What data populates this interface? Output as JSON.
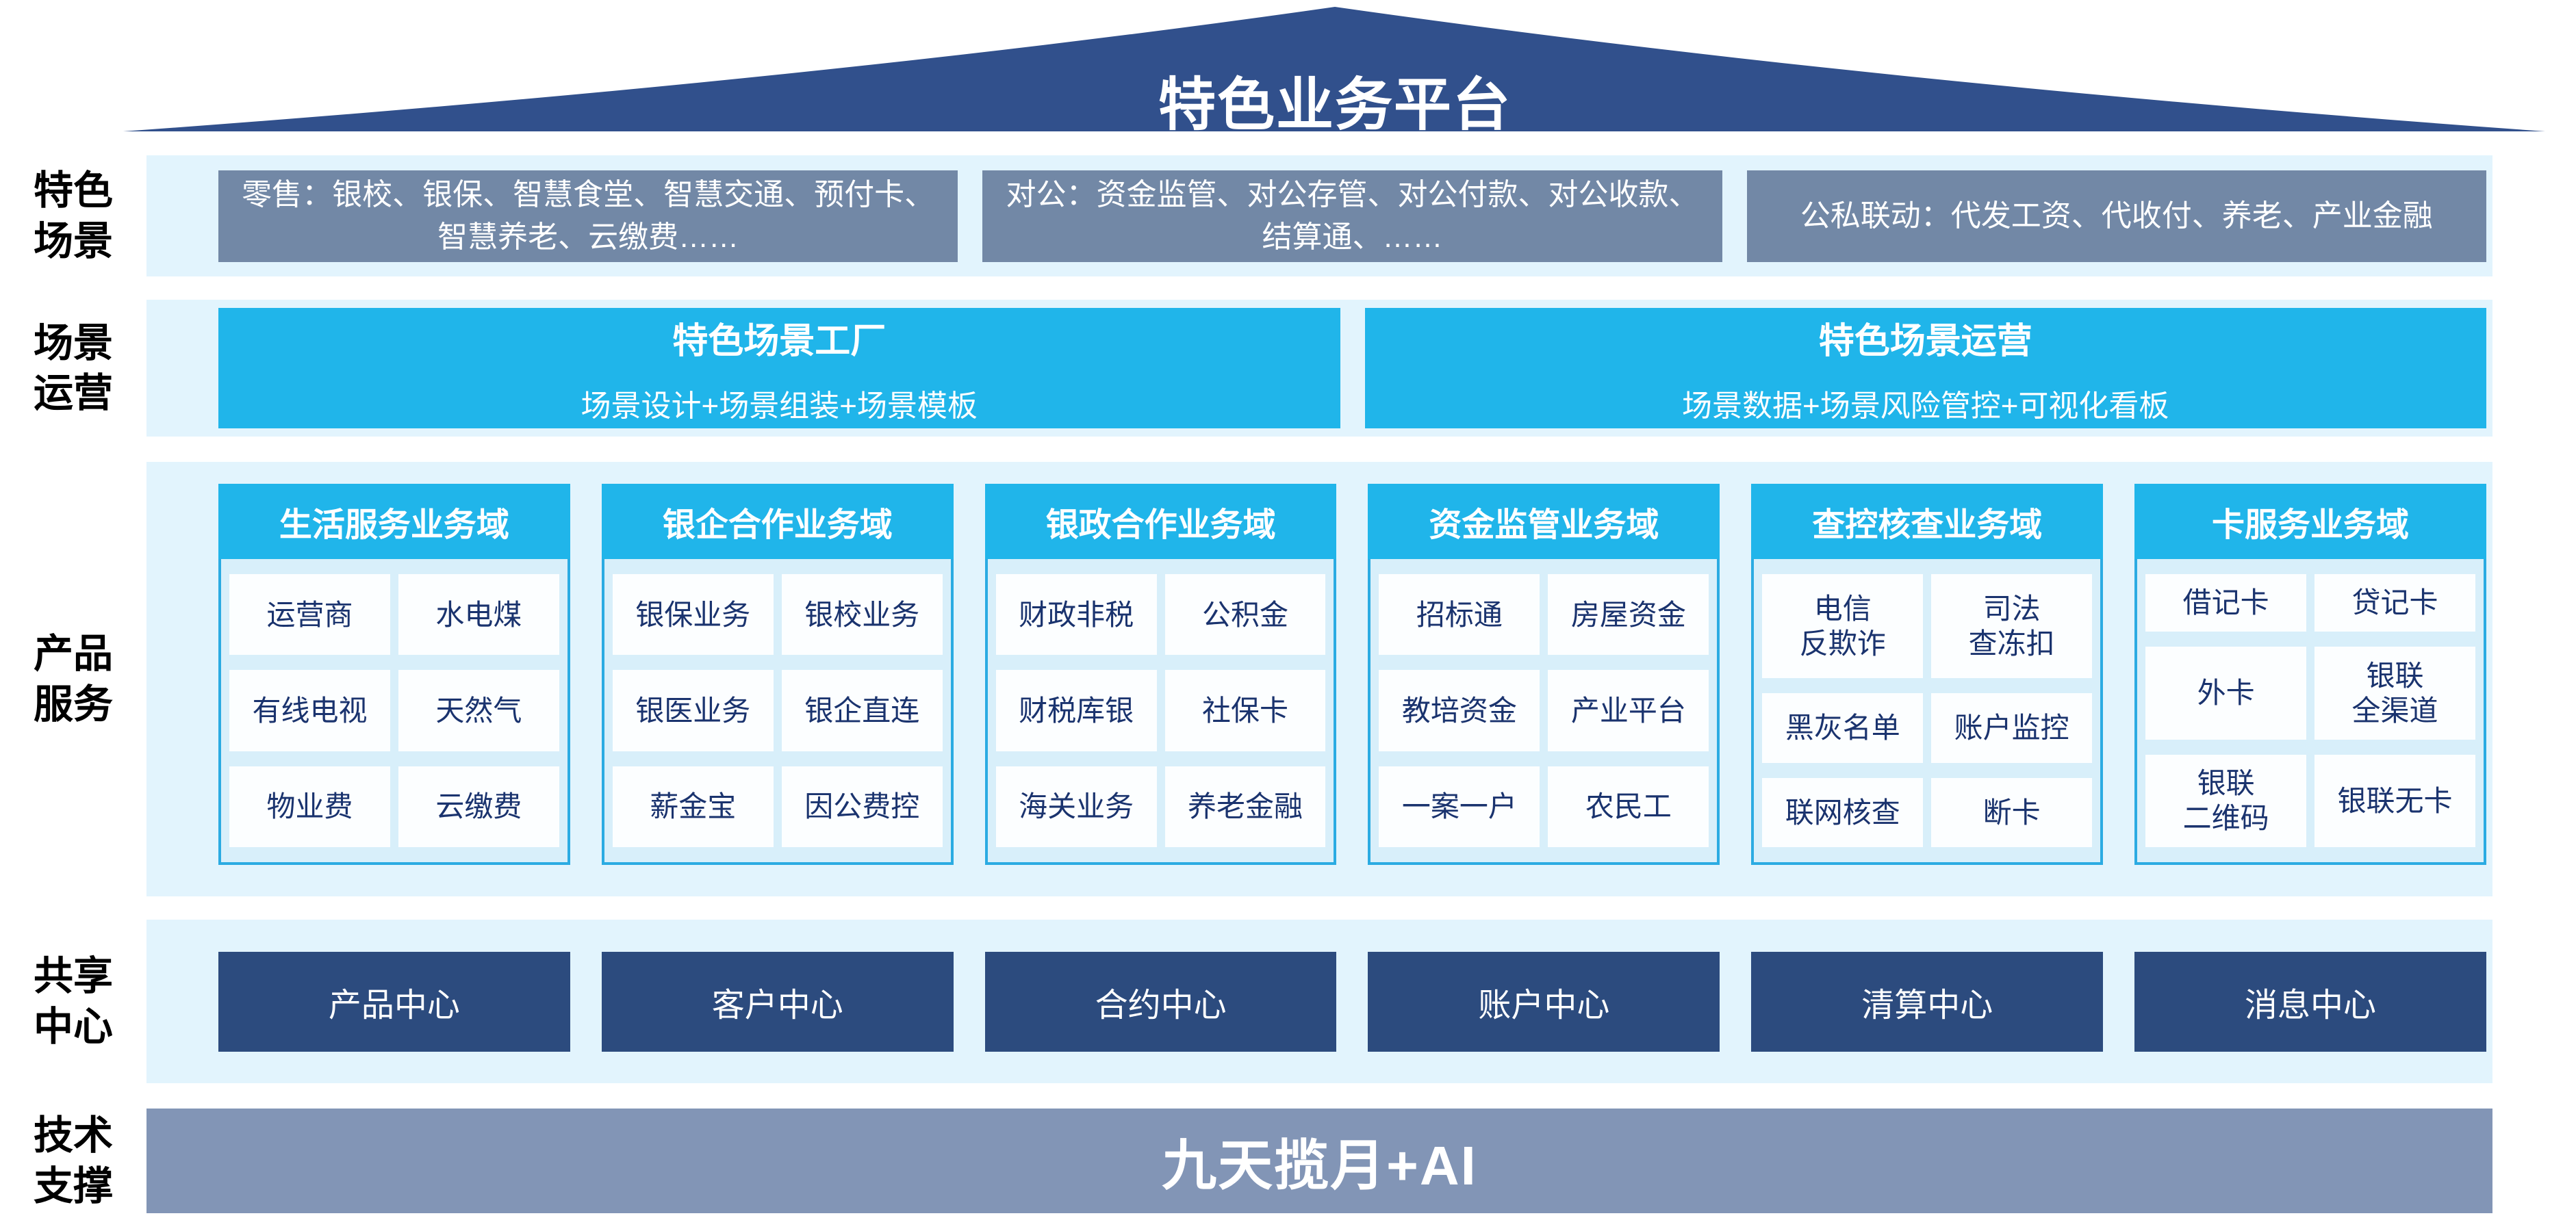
{
  "banner": {
    "title": "特色业务平台"
  },
  "side_labels": [
    [
      "特色",
      "场景"
    ],
    [
      "场景",
      "运营"
    ],
    [
      "产品",
      "服务"
    ],
    [
      "共享",
      "中心"
    ],
    [
      "技术",
      "支撑"
    ]
  ],
  "scene_row": {
    "items": [
      "零售：银校、银保、智慧食堂、智慧交通、预付卡、智慧养老、云缴费……",
      "对公：资金监管、对公存管、对公付款、对公收款、结算通、……",
      "公私联动：代发工资、代收付、养老、产业金融"
    ]
  },
  "operation_row": {
    "items": [
      {
        "title": "特色场景工厂",
        "subtitle": "场景设计+场景组装+场景模板"
      },
      {
        "title": "特色场景运营",
        "subtitle": "场景数据+场景风险管控+可视化看板"
      }
    ]
  },
  "product_row": {
    "columns": [
      {
        "header": "生活服务业务域",
        "cells": [
          "运营商",
          "水电煤",
          "有线电视",
          "天然气",
          "物业费",
          "云缴费"
        ]
      },
      {
        "header": "银企合作业务域",
        "cells": [
          "银保业务",
          "银校业务",
          "银医业务",
          "银企直连",
          "薪金宝",
          "因公费控"
        ]
      },
      {
        "header": "银政合作业务域",
        "cells": [
          "财政非税",
          "公积金",
          "财税库银",
          "社保卡",
          "海关业务",
          "养老金融"
        ]
      },
      {
        "header": "资金监管业务域",
        "cells": [
          "招标通",
          "房屋资金",
          "教培资金",
          "产业平台",
          "一案一户",
          "农民工"
        ]
      },
      {
        "header": "查控核查业务域",
        "cells": [
          "电信\n反欺诈",
          "司法\n查冻扣",
          "黑灰名单",
          "账户监控",
          "联网核查",
          "断卡"
        ]
      },
      {
        "header": "卡服务业务域",
        "cells": [
          "借记卡",
          "贷记卡",
          "外卡",
          "银联\n全渠道",
          "银联\n二维码",
          "银联无卡"
        ]
      }
    ]
  },
  "share_row": {
    "items": [
      "产品中心",
      "客户中心",
      "合约中心",
      "账户中心",
      "清算中心",
      "消息中心"
    ]
  },
  "tech_row": {
    "title": "九天揽月+AI"
  },
  "colors": {
    "roof": "#31508C",
    "cyan": "#20B5EA",
    "gray_box": "#7288A6",
    "dark_box": "#2C4B7E",
    "tech_bar": "#8295B6",
    "row_bg": "#E2F4FD",
    "column_body_bg": "#D8EFFA",
    "column_border": "#2BABE2",
    "cell_bg": "#FCFEFF",
    "cell_text": "#1A336E"
  }
}
